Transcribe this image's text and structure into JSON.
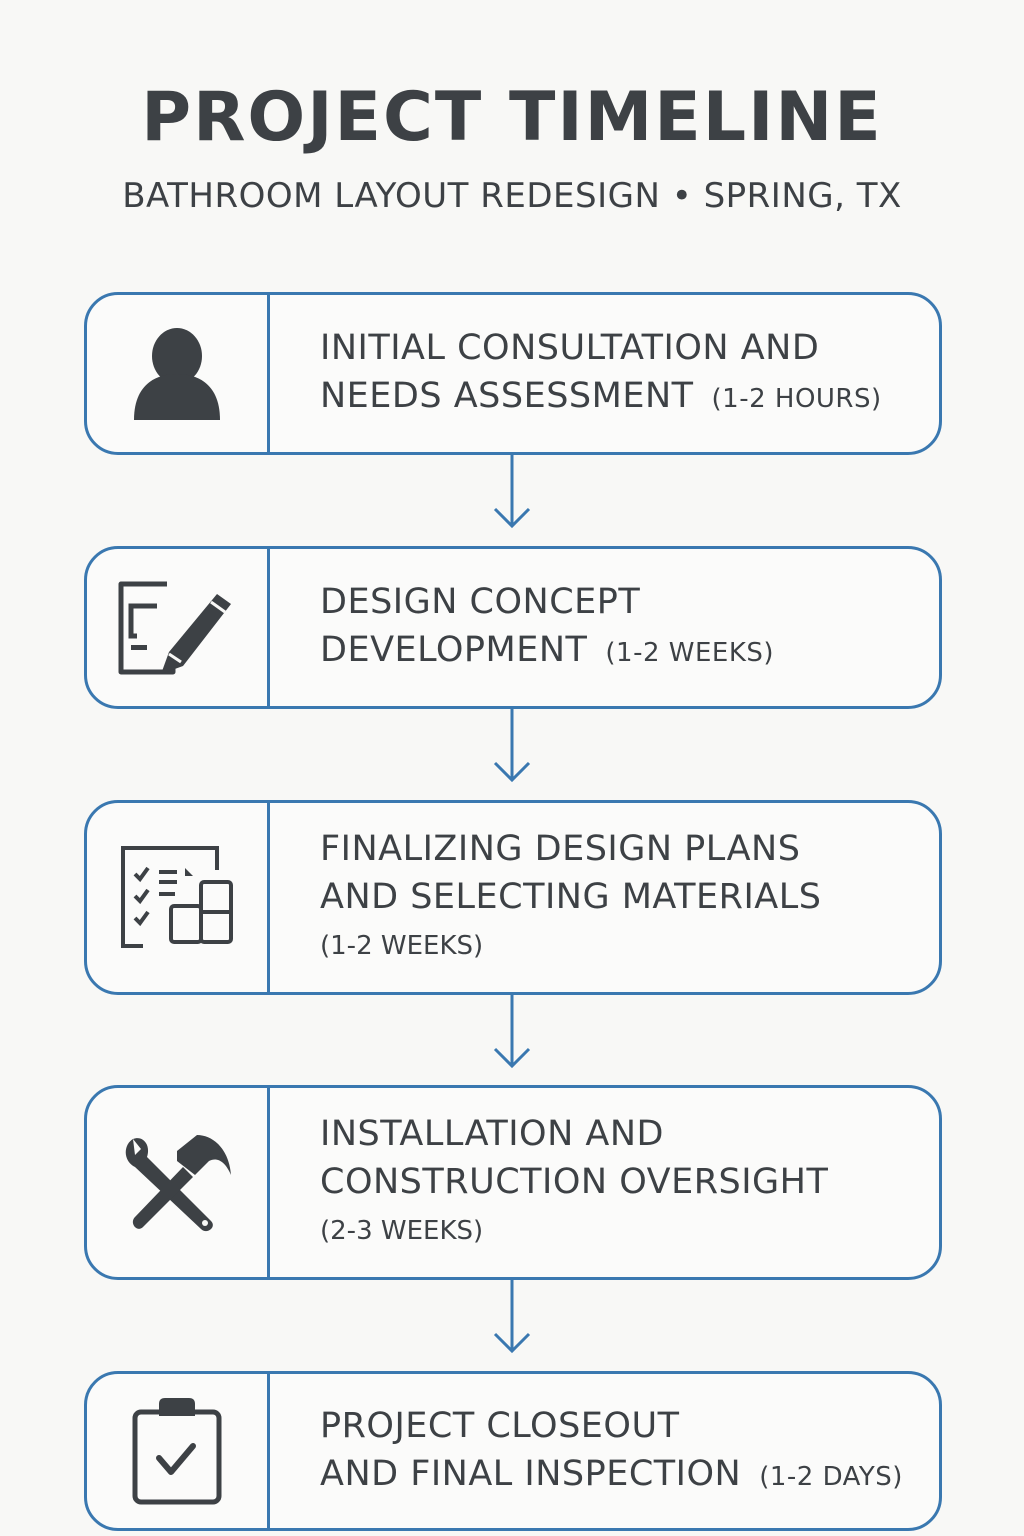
{
  "header": {
    "title": "PROJECT TIMELINE",
    "subtitle": "BATHROOM LAYOUT REDESIGN • SPRING, TX"
  },
  "colors": {
    "accent": "#3a78b0",
    "text": "#3d4145",
    "background": "#f8f8f6"
  },
  "steps": [
    {
      "icon": "user-icon",
      "line1": "INITIAL CONSULTATION AND",
      "line2": "NEEDS ASSESSMENT",
      "duration": "(1-2 HOURS)"
    },
    {
      "icon": "edit-document-icon",
      "line1": "DESIGN CONCEPT",
      "line2": "DEVELOPMENT",
      "duration": "(1-2 WEEKS)"
    },
    {
      "icon": "checklist-materials-icon",
      "line1": "FINALIZING DESIGN PLANS",
      "line2": "AND SELECTING MATERIALS",
      "duration": "(1-2 WEEKS)"
    },
    {
      "icon": "tools-icon",
      "line1": "INSTALLATION AND",
      "line2": "CONSTRUCTION OVERSIGHT",
      "duration": "(2-3 WEEKS)"
    },
    {
      "icon": "clipboard-check-icon",
      "line1": "PROJECT CLOSEOUT",
      "line2": "AND FINAL INSPECTION",
      "duration": "(1-2 DAYS)"
    }
  ]
}
